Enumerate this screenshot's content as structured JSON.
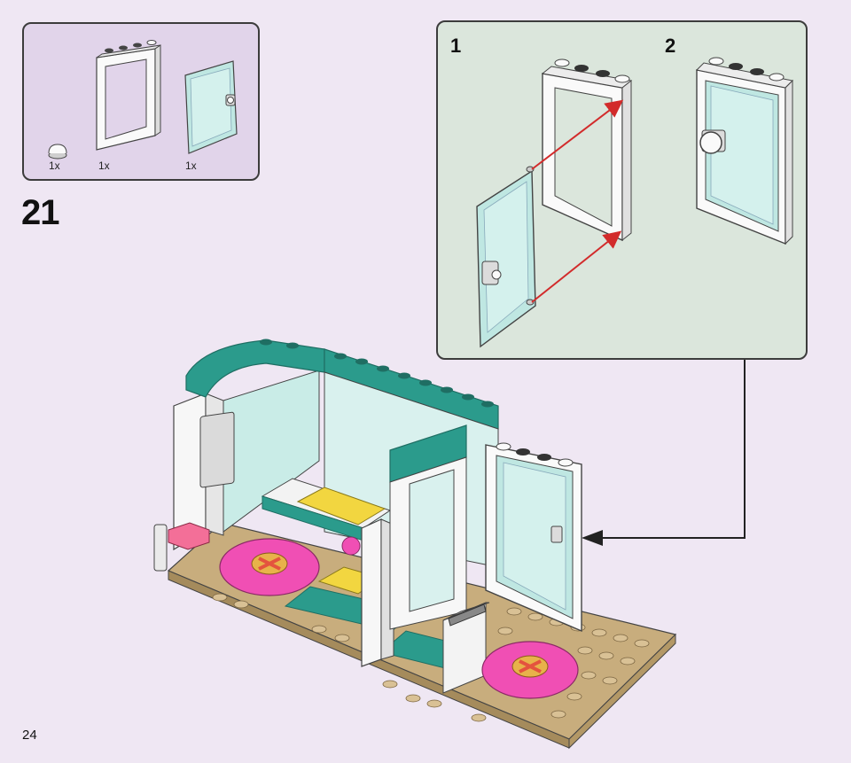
{
  "step": {
    "number": "21"
  },
  "parts_list": [
    {
      "qty": "1x",
      "part": "round-tile"
    },
    {
      "qty": "1x",
      "part": "door-frame"
    },
    {
      "qty": "1x",
      "part": "door-panel"
    }
  ],
  "substeps": [
    {
      "label": "1"
    },
    {
      "label": "2"
    }
  ],
  "page": {
    "number": "24"
  },
  "colors": {
    "background": "#efe7f3",
    "parts_box": "#e1d4ea",
    "substep_box": "#dbe6dc",
    "arrow_red": "#d22b2b",
    "teal": "#2b9b8c",
    "tan": "#c8ad7d",
    "pink": "#f04fb4",
    "glass": "#bfe7e2"
  }
}
